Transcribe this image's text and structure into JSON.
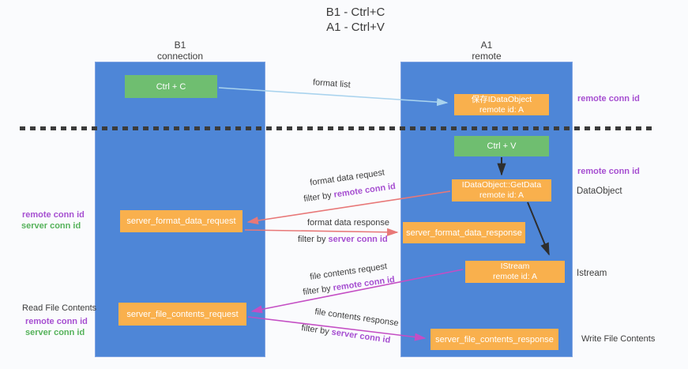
{
  "title": {
    "line1": "B1 - Ctrl+C",
    "line2": "A1 - Ctrl+V"
  },
  "lanes": {
    "b1": {
      "name": "B1",
      "role": "connection"
    },
    "a1": {
      "name": "A1",
      "role": "remote"
    }
  },
  "nodes": {
    "ctrl_c": "Ctrl + C",
    "ctrl_v": "Ctrl + V",
    "save_dataobject": {
      "line1": "保存IDataObject",
      "line2": "remote id: A"
    },
    "getdata": {
      "line1": "IDataObject::GetData",
      "line2": "remote id: A"
    },
    "istream": {
      "line1": "IStream",
      "line2": "remote id: A"
    },
    "format_request": "server_format_data_request",
    "format_response": "server_format_data_response",
    "file_request": "server_file_contents_request",
    "file_response": "server_file_contents_response"
  },
  "flows": {
    "format_list": "format list",
    "format_request_line1": "format data request",
    "format_request_filter_prefix": "filter by ",
    "format_request_filter_key": "remote conn id",
    "format_response_line1": "format data response",
    "format_response_filter_prefix": "filter by ",
    "format_response_filter_key": "server conn id",
    "file_request_line1": "file contents request",
    "file_request_filter_prefix": "filter by ",
    "file_request_filter_key": "remote conn id",
    "file_response_line1": "file contents response",
    "file_response_filter_prefix": "filter by ",
    "file_response_filter_key": "server conn id"
  },
  "annotations": {
    "left_remote_conn_id": "remote conn id",
    "left_server_conn_id": "server conn id",
    "read_file_contents": "Read File Contents",
    "left_file_remote_conn_id": "remote conn id",
    "left_file_server_conn_id": "server conn id",
    "right_remote_conn_id_top": "remote conn id",
    "right_remote_conn_id_mid": "remote conn id",
    "dataobject": "DataObject",
    "istream": "Istream",
    "write_file_contents": "Write File Contents"
  },
  "colors": {
    "lane_blue": "#4e86d7",
    "action_green": "#6fbe70",
    "message_orange": "#f9b04d",
    "remote_conn_purple": "#a64fd1",
    "server_conn_green": "#55b25a",
    "format_arrow_red": "#e87878",
    "file_arrow_magenta": "#c44ec4",
    "format_list_blue": "#a9d3ee",
    "divider_black": "#3b3b3b"
  }
}
